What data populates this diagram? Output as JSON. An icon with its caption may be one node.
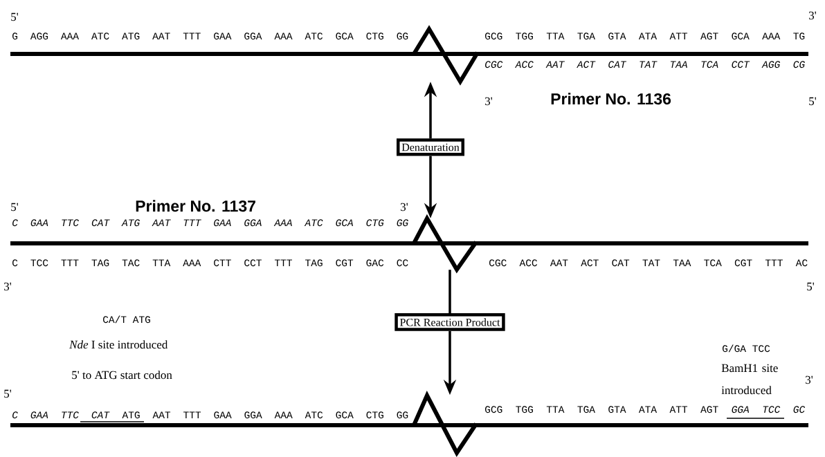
{
  "diagram": {
    "nodes": [
      {
        "text": [],
        "shape": "bar"
      },
      {
        "text": [
          "Denaturation"
        ]
      },
      {
        "text": [],
        "shape": "bar"
      },
      {
        "text": [
          "PCR Reaction Product"
        ]
      },
      {
        "text": [],
        "shape": "bar"
      }
    ],
    "edges": [
      {
        "from": 1,
        "to": 0,
        "arrow": "to"
      },
      {
        "from": 1,
        "to": 2,
        "arrow": "to"
      },
      {
        "from": 2,
        "to": 3,
        "arrow": "none"
      },
      {
        "from": 3,
        "to": 4,
        "arrow": "to"
      }
    ],
    "labels": [
      "5'",
      "3'",
      "G AGG AAA ATC ATG AAT TTT GAA GGA AAA ATC GCA CTG GG",
      "GCG TGG TTA TGA GTA ATA ATT AGT GCA AAA TG",
      "CGC ACC AAT ACT CAT TAT TAA TCA CCT AGG CG",
      "3'",
      "Primer No. 1136",
      "5'",
      "5'",
      "Primer No. 1137",
      "3'",
      "C GAA TTC CAT ATG AAT TTT GAA GGA AAA ATC GCA CTG GG",
      "C TCC TTT TAG TAC TTA AAA CTT CCT TTT TAG CGT GAC CC",
      "CGC ACC AAT ACT CAT TAT TAA TCA CGT TTT AC",
      "3'",
      "5'",
      "CA/T ATG",
      "*Nde* I site introduced",
      "G/GA TCC",
      "5' to ATG start codon",
      "BamH1 site introduced",
      "3'",
      "5'",
      "*C GAA TTC CAT* ATG AAT TTT GAA GGA AAA ATC GCA CTG GG",
      "GCG TGG TTA TGA GTA ATA ATT AGT *GGA TCC GC*"
    ]
  }
}
